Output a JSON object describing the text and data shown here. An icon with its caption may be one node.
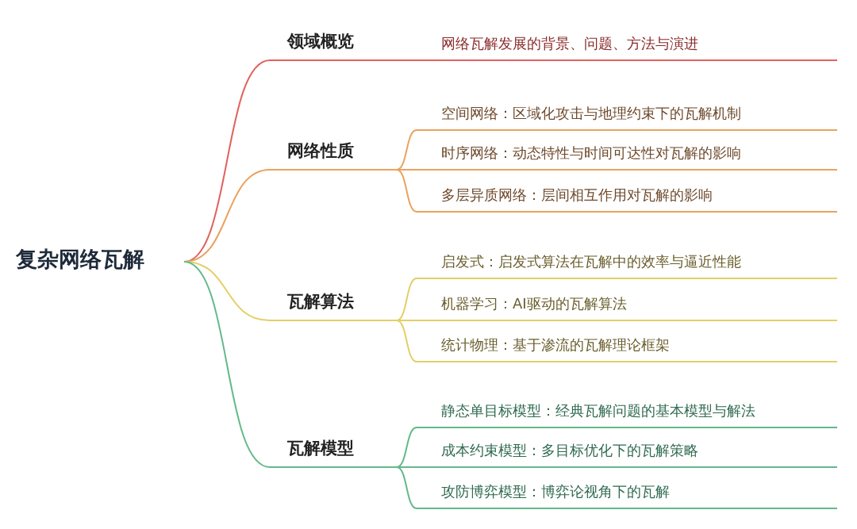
{
  "diagram": {
    "nodes": [
      {
        "text": [
          "复杂网络瓦解"
        ]
      },
      {
        "text": [
          "领域概览"
        ]
      },
      {
        "text": [
          "网络瓦解发展的背景、问题、方法与演进"
        ]
      },
      {
        "text": [
          "网络性质"
        ]
      },
      {
        "text": [
          "空间网络：区域化攻击与地理约束下的瓦解机制"
        ]
      },
      {
        "text": [
          "时序网络：动态特性与时间可达性对瓦解的影响"
        ]
      },
      {
        "text": [
          "多层异质网络：层间相互作用对瓦解的影响"
        ]
      },
      {
        "text": [
          "瓦解算法"
        ]
      },
      {
        "text": [
          "启发式：启发式算法在瓦解中的效率与逼近性能"
        ]
      },
      {
        "text": [
          "机器学习：AI驱动的瓦解算法"
        ]
      },
      {
        "text": [
          "统计物理：基于渗流的瓦解理论框架"
        ]
      },
      {
        "text": [
          "瓦解模型"
        ]
      },
      {
        "text": [
          "静态单目标模型：经典瓦解问题的基本模型与解法"
        ]
      },
      {
        "text": [
          "成本约束模型：多目标优化下的瓦解策略"
        ]
      },
      {
        "text": [
          "攻防博弈模型：博弈论视角下的瓦解"
        ]
      }
    ],
    "edges": [
      {
        "from": 0,
        "to": 1,
        "arrow": "none",
        "color": "#e0625e"
      },
      {
        "from": 1,
        "to": 2,
        "arrow": "none",
        "color": "#e0625e"
      },
      {
        "from": 0,
        "to": 3,
        "arrow": "none",
        "color": "#e9a35f"
      },
      {
        "from": 3,
        "to": 4,
        "arrow": "none",
        "color": "#e9a35f"
      },
      {
        "from": 3,
        "to": 5,
        "arrow": "none",
        "color": "#e9a35f"
      },
      {
        "from": 3,
        "to": 6,
        "arrow": "none",
        "color": "#e9a35f"
      },
      {
        "from": 0,
        "to": 7,
        "arrow": "none",
        "color": "#e3cf66"
      },
      {
        "from": 7,
        "to": 8,
        "arrow": "none",
        "color": "#e3cf66"
      },
      {
        "from": 7,
        "to": 9,
        "arrow": "none",
        "color": "#e3cf66"
      },
      {
        "from": 7,
        "to": 10,
        "arrow": "none",
        "color": "#e3cf66"
      },
      {
        "from": 0,
        "to": 11,
        "arrow": "none",
        "color": "#63b98a"
      },
      {
        "from": 11,
        "to": 12,
        "arrow": "none",
        "color": "#63b98a"
      },
      {
        "from": 11,
        "to": 13,
        "arrow": "none",
        "color": "#63b98a"
      },
      {
        "from": 11,
        "to": 14,
        "arrow": "none",
        "color": "#63b98a"
      }
    ]
  }
}
